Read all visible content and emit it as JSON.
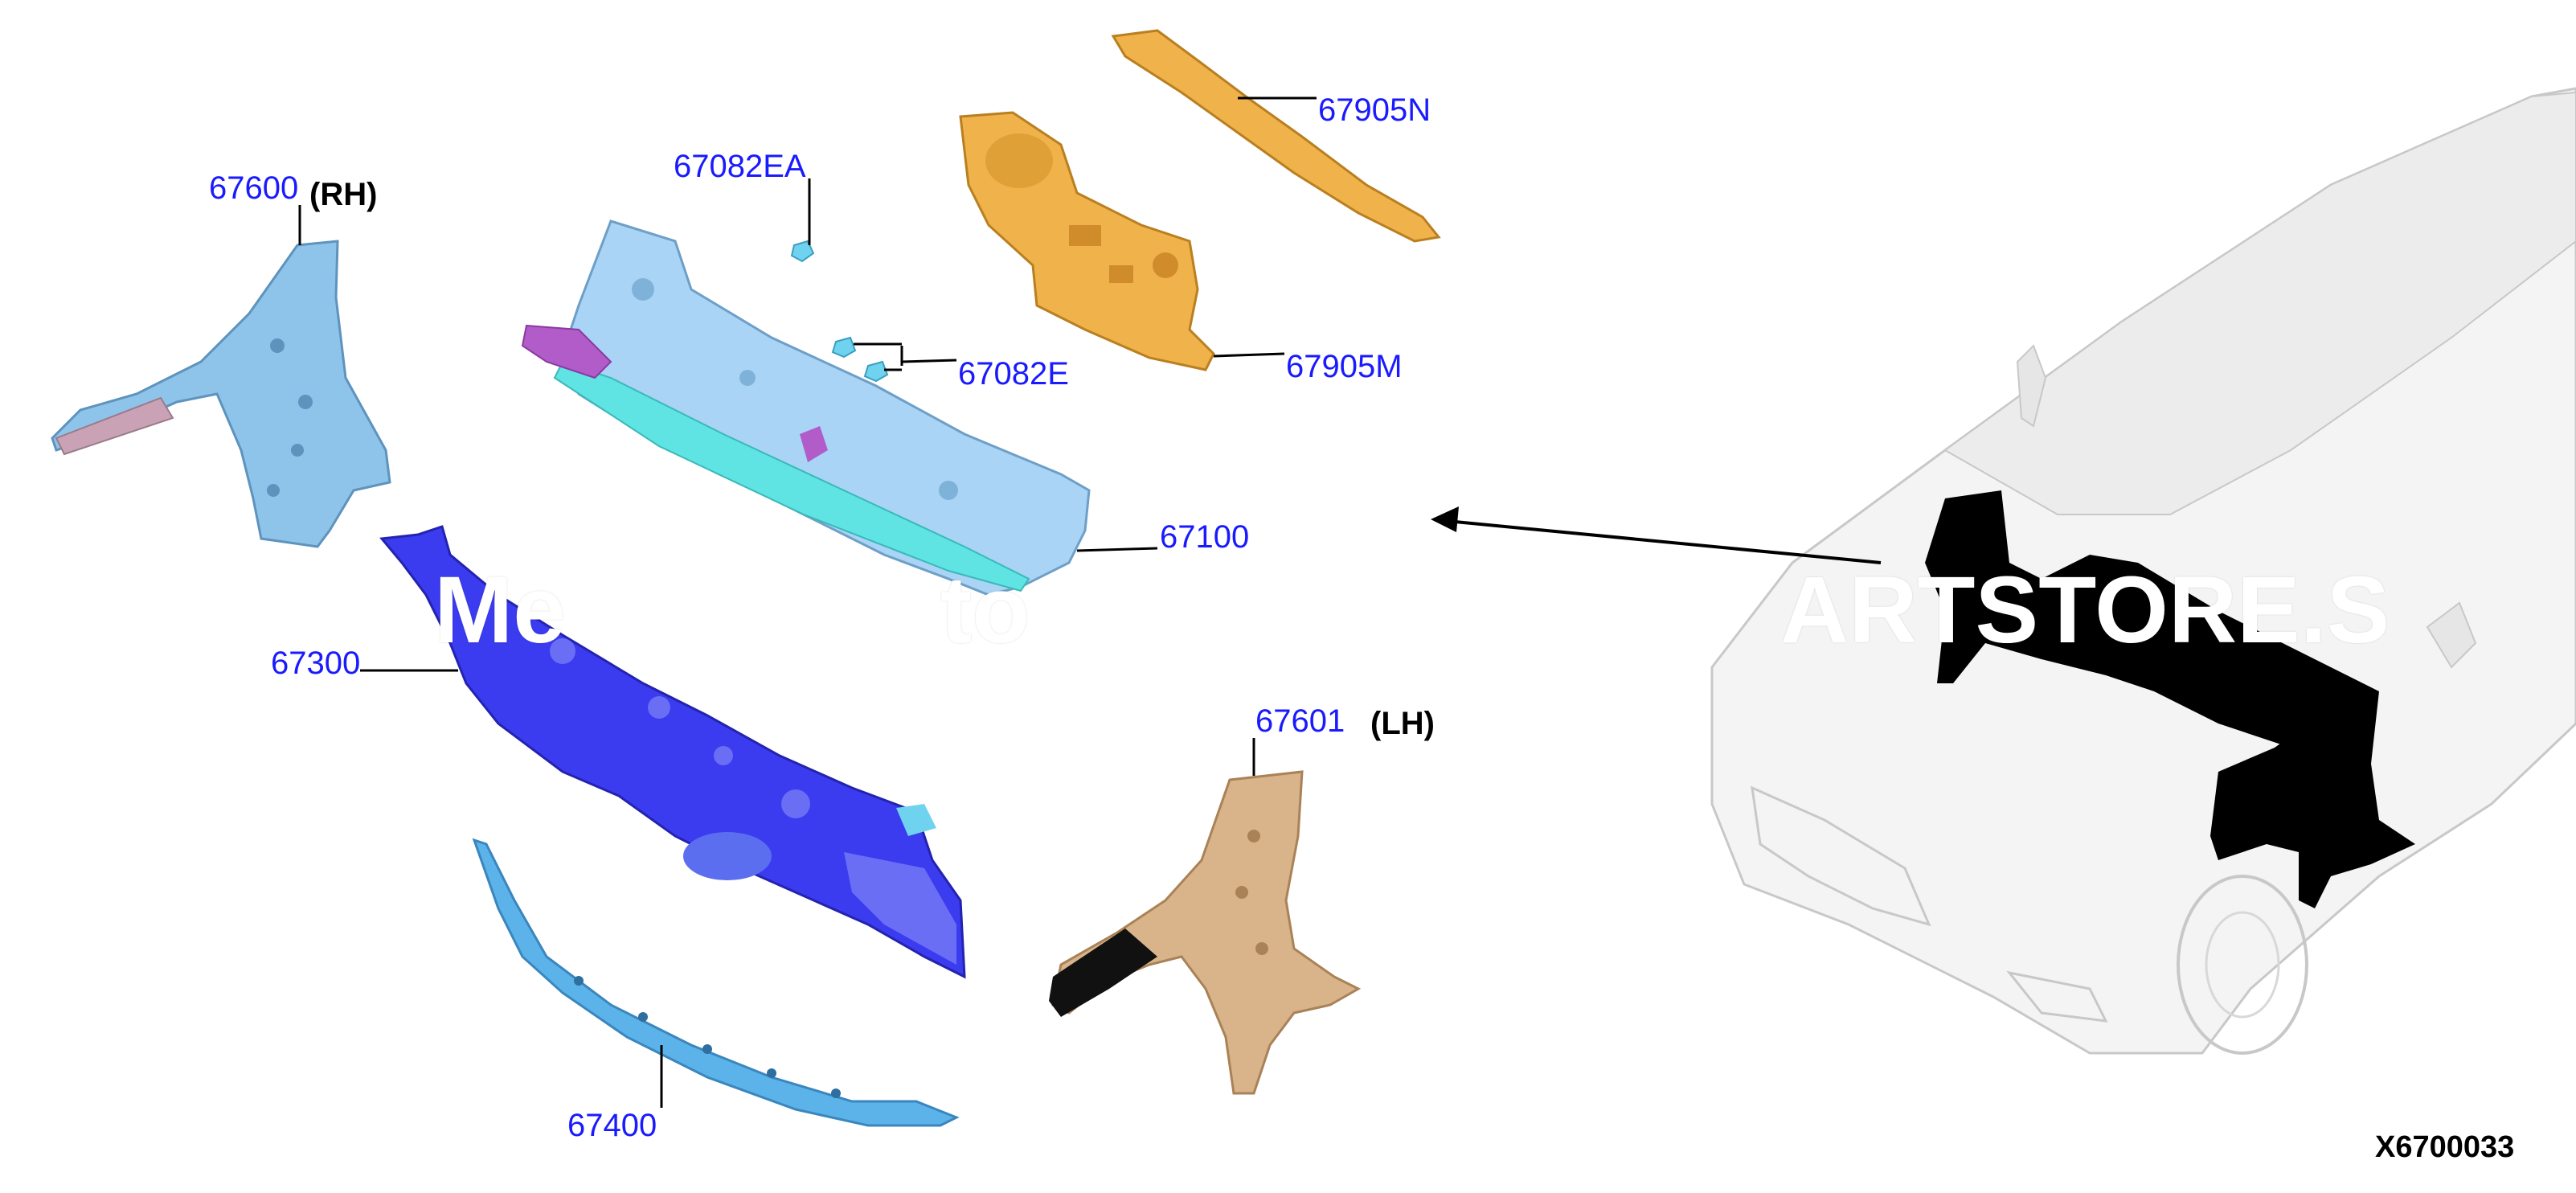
{
  "diagram": {
    "parts": [
      {
        "number": "67600",
        "side": "(RH)",
        "color": "#8fc4ea"
      },
      {
        "number": "67082EA",
        "color": "#6fd3f0"
      },
      {
        "number": "67905N",
        "color": "#f0b24a"
      },
      {
        "number": "67082E",
        "color": "#6fd3f0"
      },
      {
        "number": "67905M",
        "color": "#f0b24a"
      },
      {
        "number": "67100",
        "color": "#a9d4f5"
      },
      {
        "number": "67300",
        "color": "#3b3bf0"
      },
      {
        "number": "67601",
        "side": "(LH)",
        "color": "#d9b48a"
      },
      {
        "number": "67400",
        "color": "#5bb3ea"
      }
    ],
    "watermark": [
      "Me",
      "to",
      "ARTSTORE.S"
    ],
    "illustration_code": "X6700033",
    "colors": {
      "label": "#1a1aff",
      "leader": "#000000",
      "car_outline": "#c8c8c8",
      "highlight": "#000000"
    }
  }
}
